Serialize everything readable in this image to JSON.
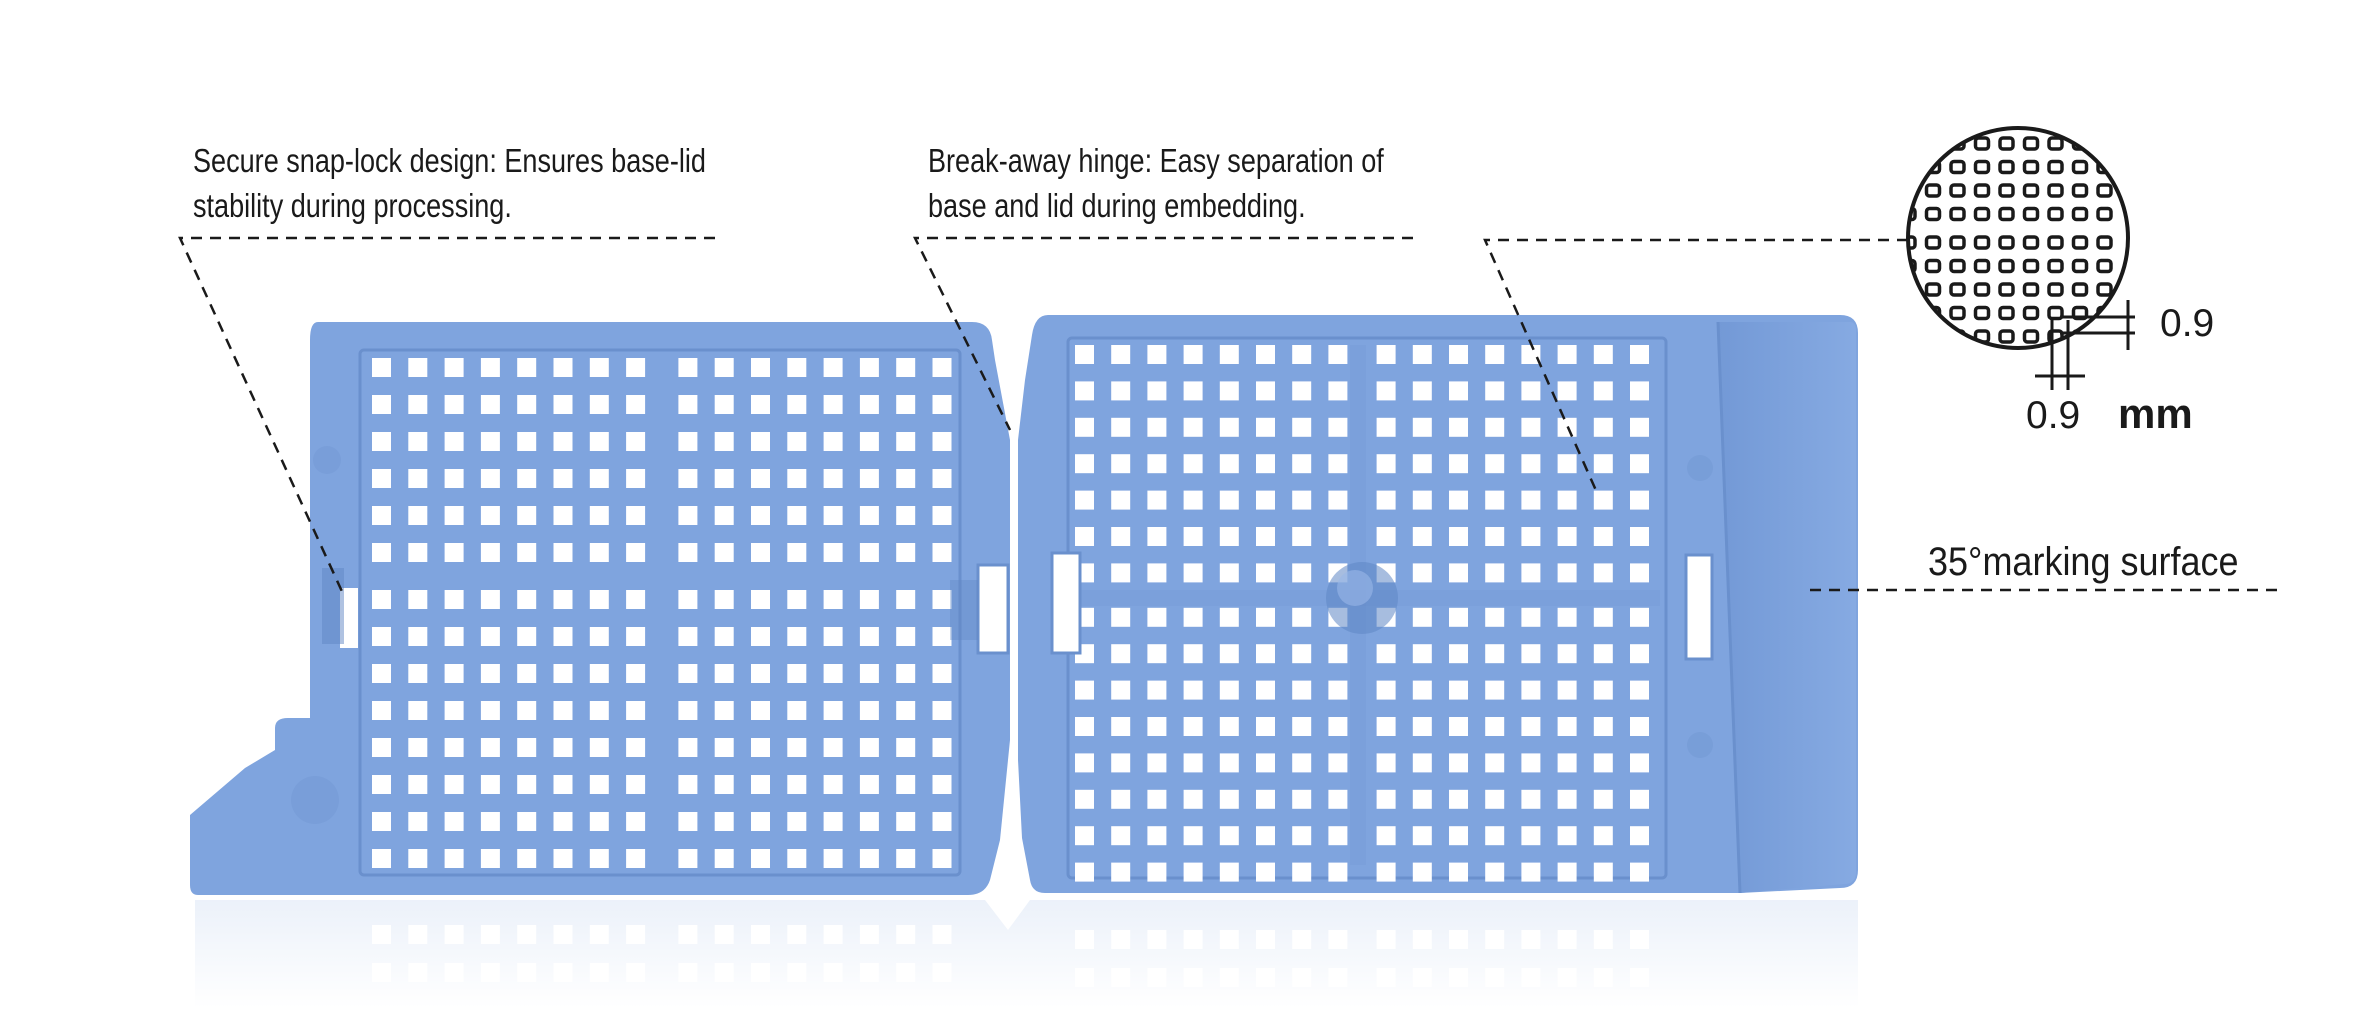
{
  "callouts": {
    "snap_lock": {
      "line1": "Secure snap-lock design: Ensures base-lid",
      "line2": "stability during processing."
    },
    "hinge": {
      "line1": "Break-away hinge: Easy separation of",
      "line2": "base and lid during embedding."
    },
    "marking": {
      "text": "35°marking surface"
    }
  },
  "mesh_detail": {
    "pore_height": "0.9",
    "pore_width": "0.9",
    "unit": "mm"
  },
  "colors": {
    "cassette": "#7fa4de",
    "cassette_edge": "#6a90cd",
    "cassette_dark": "#5f86c4",
    "hole": "#ffffff",
    "text": "#1a1a1a",
    "leader_line": "#1a1a1a"
  }
}
